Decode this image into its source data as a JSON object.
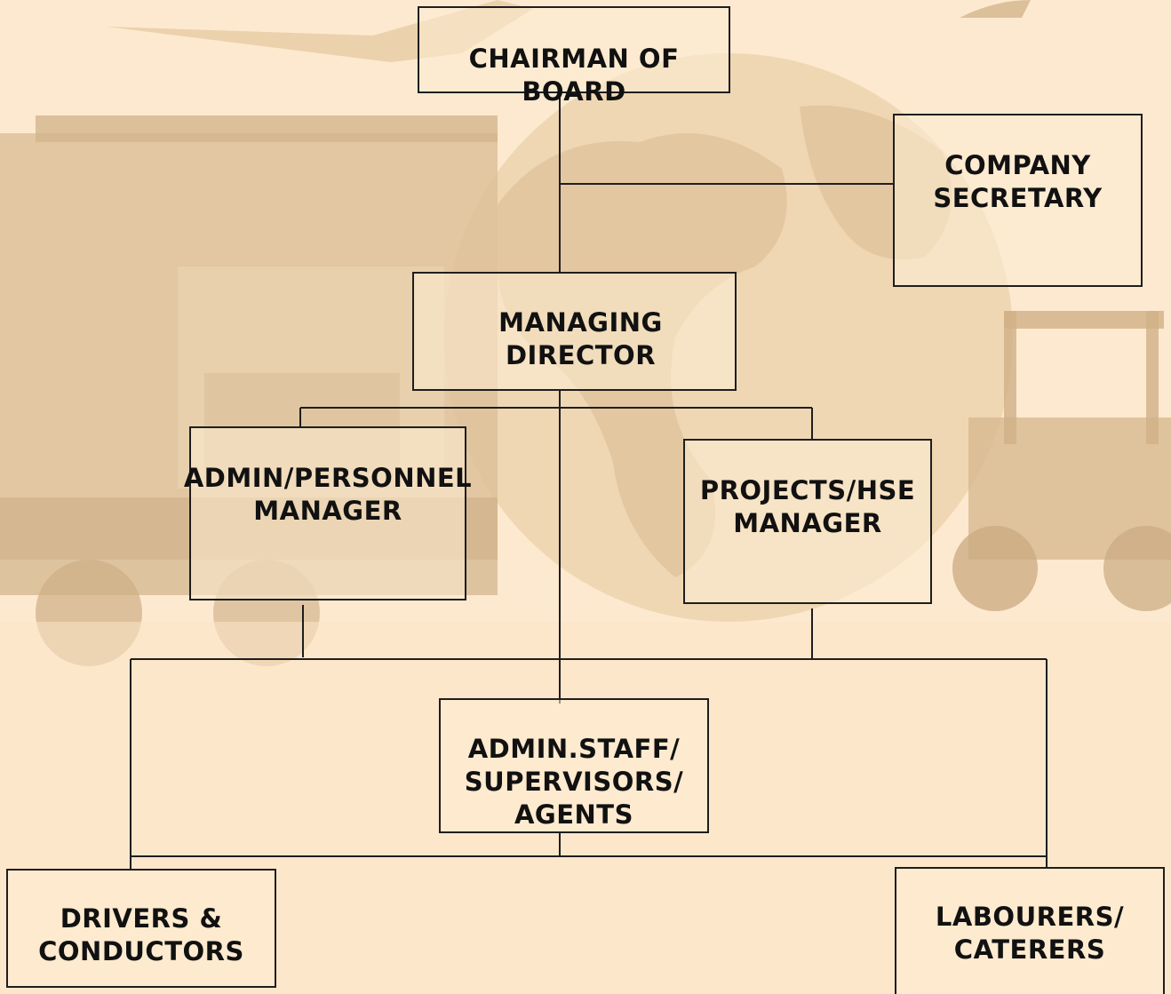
{
  "org_chart": {
    "boxes": {
      "chairman": {
        "lines": [
          "CHAIRMAN OF BOARD"
        ]
      },
      "secretary": {
        "lines": [
          "COMPANY",
          "SECRETARY"
        ]
      },
      "managing_director": {
        "lines": [
          "MANAGING DIRECTOR"
        ]
      },
      "admin_personnel": {
        "lines": [
          "ADMIN/PERSONNEL",
          "MANAGER"
        ]
      },
      "projects_hse": {
        "lines": [
          "PROJECTS/HSE",
          "MANAGER"
        ]
      },
      "admin_staff": {
        "lines": [
          "ADMIN.STAFF/",
          "SUPERVISORS/",
          "AGENTS"
        ]
      },
      "drivers": {
        "lines": [
          "DRIVERS &",
          "CONDUCTORS"
        ]
      },
      "labourers": {
        "lines": [
          "LABOURERS/",
          "CATERERS"
        ]
      }
    }
  }
}
